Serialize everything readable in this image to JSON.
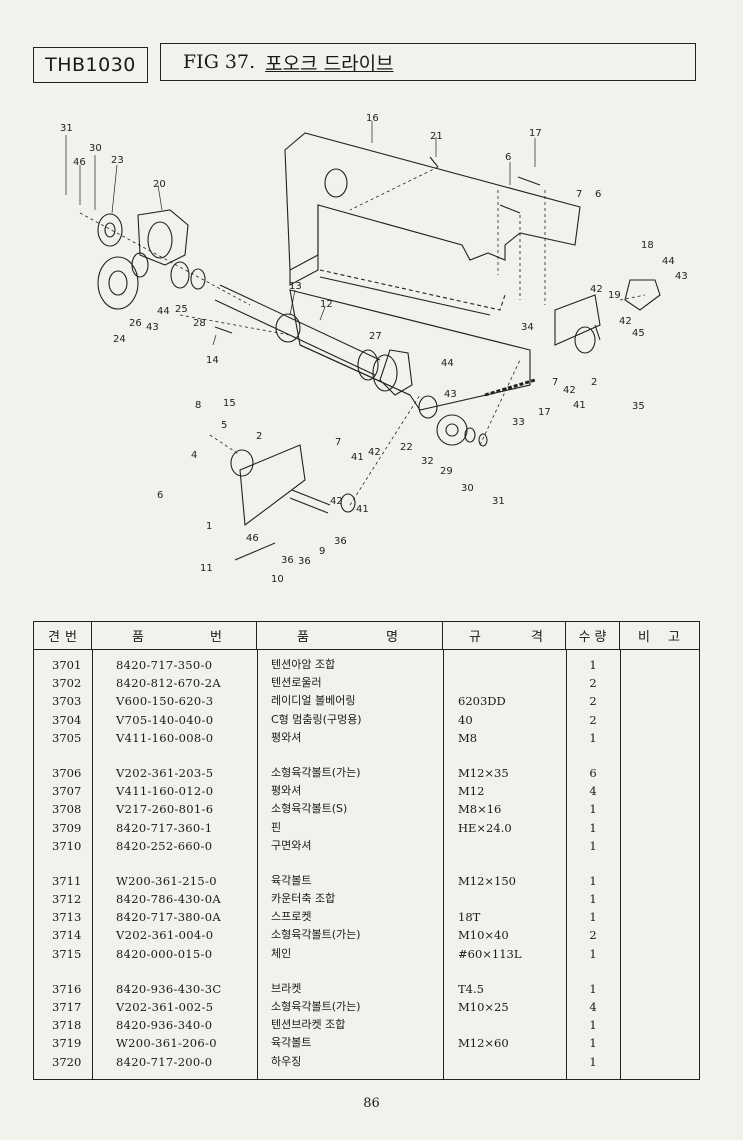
{
  "header": {
    "model": "THB1030",
    "fig_label": "FIG 37.",
    "fig_title": "포오크 드라이브"
  },
  "diagram": {
    "callouts": [
      "31",
      "46",
      "30",
      "23",
      "20",
      "16",
      "21",
      "17",
      "6",
      "7",
      "6",
      "18",
      "44",
      "43",
      "19",
      "42",
      "42",
      "45",
      "34",
      "7",
      "42",
      "41",
      "2",
      "35",
      "25",
      "28",
      "26",
      "43",
      "44",
      "24",
      "14",
      "13",
      "12",
      "27",
      "44",
      "43",
      "17",
      "33",
      "22",
      "41",
      "42",
      "32",
      "29",
      "30",
      "31",
      "8",
      "15",
      "5",
      "4",
      "2",
      "7",
      "6",
      "1",
      "46",
      "11",
      "10",
      "36",
      "36",
      "9",
      "36",
      "42",
      "41"
    ]
  },
  "table": {
    "headers": {
      "no": [
        "견",
        "번"
      ],
      "part_no": [
        "품",
        "번"
      ],
      "name": [
        "품",
        "명"
      ],
      "spec": [
        "규",
        "격"
      ],
      "qty": "수 량",
      "remark": [
        "비",
        "고"
      ]
    },
    "rows": [
      {
        "no": "3701",
        "part_no": "8420-717-350-0",
        "name": "텐션아암 조합",
        "spec": "",
        "qty": "1"
      },
      {
        "no": "3702",
        "part_no": "8420-812-670-2A",
        "name": "텐션로울러",
        "spec": "",
        "qty": "2"
      },
      {
        "no": "3703",
        "part_no": "V600-150-620-3",
        "name": "레이디얼 볼베어링",
        "spec": "6203DD",
        "qty": "2"
      },
      {
        "no": "3704",
        "part_no": "V705-140-040-0",
        "name": "C형 멈춤링(구멍용)",
        "spec": "40",
        "qty": "2"
      },
      {
        "no": "3705",
        "part_no": "V411-160-008-0",
        "name": "평와셔",
        "spec": "M8",
        "qty": "1"
      },
      {
        "no": "3706",
        "part_no": "V202-361-203-5",
        "name": "소형육각볼트(가는)",
        "spec": "M12×35",
        "qty": "6"
      },
      {
        "no": "3707",
        "part_no": "V411-160-012-0",
        "name": "평와셔",
        "spec": "M12",
        "qty": "4"
      },
      {
        "no": "3708",
        "part_no": "V217-260-801-6",
        "name": "소형육각볼트(S)",
        "spec": "M8×16",
        "qty": "1"
      },
      {
        "no": "3709",
        "part_no": "8420-717-360-1",
        "name": "핀",
        "spec": "HE×24.0",
        "qty": "1"
      },
      {
        "no": "3710",
        "part_no": "8420-252-660-0",
        "name": "구면와셔",
        "spec": "",
        "qty": "1"
      },
      {
        "no": "3711",
        "part_no": "W200-361-215-0",
        "name": "육각볼트",
        "spec": "M12×150",
        "qty": "1"
      },
      {
        "no": "3712",
        "part_no": "8420-786-430-0A",
        "name": "카운터축 조합",
        "spec": "",
        "qty": "1"
      },
      {
        "no": "3713",
        "part_no": "8420-717-380-0A",
        "name": "스프로켓",
        "spec": "18T",
        "qty": "1"
      },
      {
        "no": "3714",
        "part_no": "V202-361-004-0",
        "name": "소형육각볼트(가는)",
        "spec": "M10×40",
        "qty": "2"
      },
      {
        "no": "3715",
        "part_no": "8420-000-015-0",
        "name": "체인",
        "spec": "#60×113L",
        "qty": "1"
      },
      {
        "no": "3716",
        "part_no": "8420-936-430-3C",
        "name": "브라켓",
        "spec": "T4.5",
        "qty": "1"
      },
      {
        "no": "3717",
        "part_no": "V202-361-002-5",
        "name": "소형육각볼트(가는)",
        "spec": "M10×25",
        "qty": "4"
      },
      {
        "no": "3718",
        "part_no": "8420-936-340-0",
        "name": "텐션브라켓 조합",
        "spec": "",
        "qty": "1"
      },
      {
        "no": "3719",
        "part_no": "W200-361-206-0",
        "name": "육각볼트",
        "spec": "M12×60",
        "qty": "1"
      },
      {
        "no": "3720",
        "part_no": "8420-717-200-0",
        "name": "하우징",
        "spec": "",
        "qty": "1"
      }
    ]
  },
  "page_number": "86"
}
